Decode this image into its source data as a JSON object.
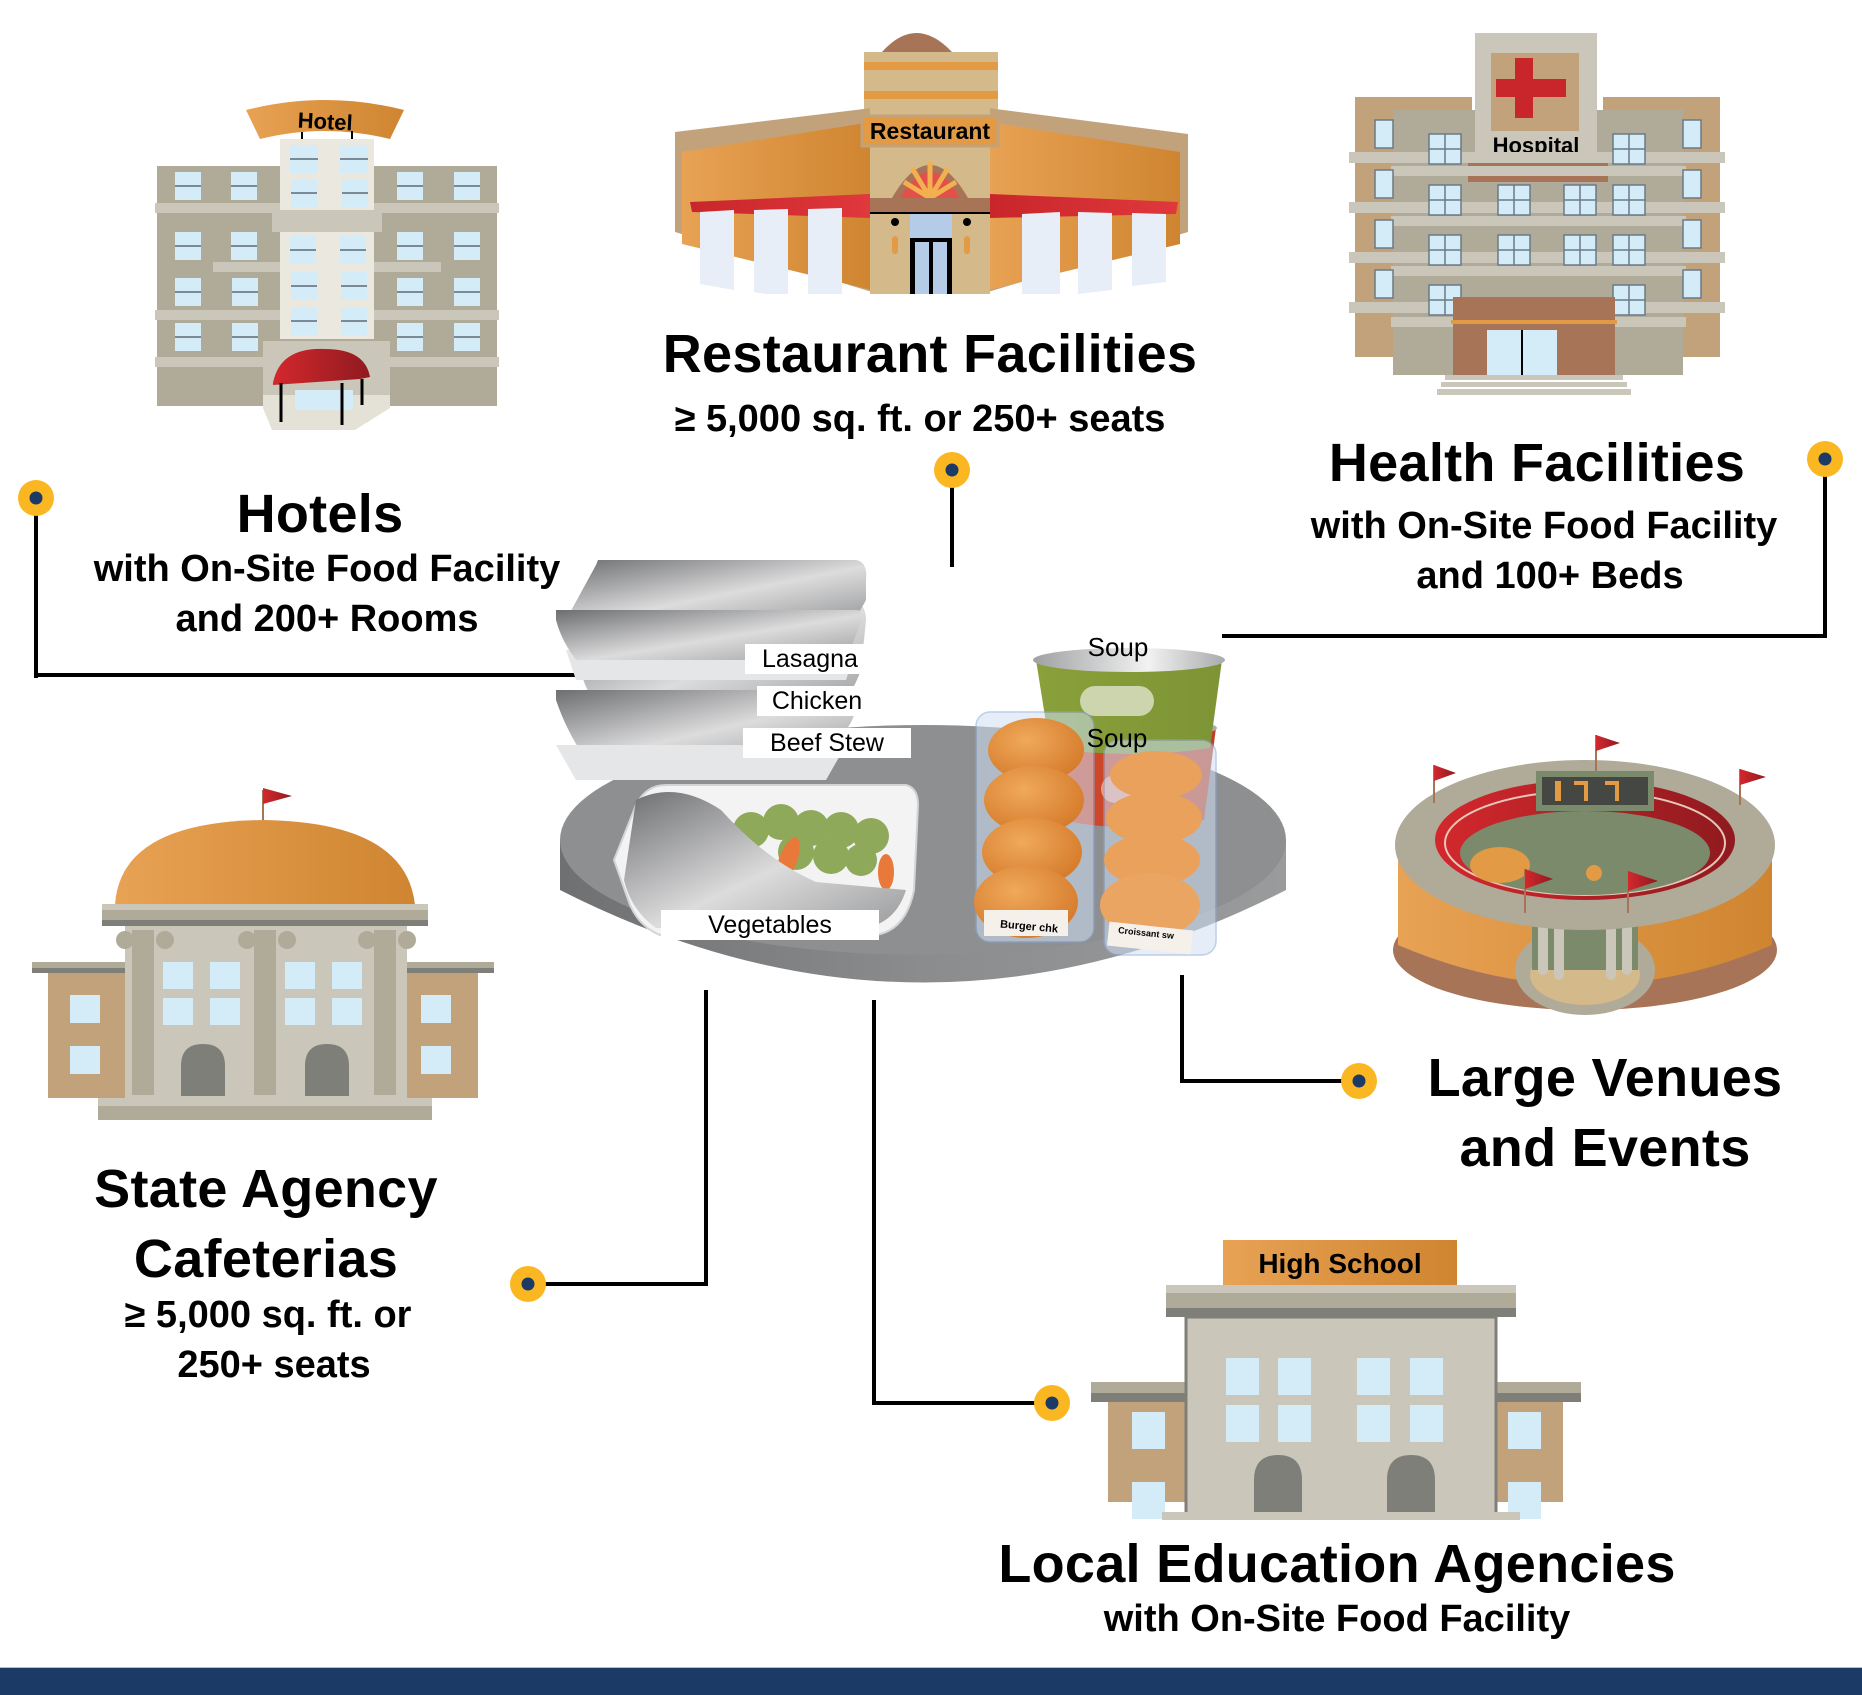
{
  "colors": {
    "accent_dot": "#fbb722",
    "dot_center": "#1b3a66",
    "footer_bar": "#1b3a66",
    "connector": "#000000",
    "building_gray": "#b0aa98",
    "window_blue": "#d3ecf8",
    "orange": "#e29a45",
    "red": "#c8262b"
  },
  "categories": [
    {
      "id": "hotels",
      "icon": "hotel-building-icon",
      "sign": "Hotel",
      "title": "Hotels",
      "subtitle_lines": [
        "with On-Site Food Facility",
        "and 200+ Rooms"
      ]
    },
    {
      "id": "restaurants",
      "icon": "restaurant-building-icon",
      "sign": "Restaurant",
      "title": "Restaurant Facilities",
      "subtitle_lines": [
        "≥ 5,000 sq. ft. or 250+ seats"
      ]
    },
    {
      "id": "health",
      "icon": "hospital-building-icon",
      "sign": "Hospital",
      "title": "Health Facilities",
      "subtitle_lines": [
        "with On-Site Food Facility",
        "and 100+ Beds"
      ]
    },
    {
      "id": "venues",
      "icon": "stadium-icon",
      "title_lines": [
        "Large Venues",
        "and Events"
      ]
    },
    {
      "id": "state-agency",
      "icon": "capitol-building-icon",
      "title_lines": [
        "State Agency",
        "Cafeterias"
      ],
      "subtitle_lines": [
        "≥ 5,000 sq. ft. or",
        "250+ seats"
      ]
    },
    {
      "id": "lea",
      "icon": "school-building-icon",
      "sign": "High School",
      "title": "Local Education Agencies",
      "subtitle_lines": [
        "with On-Site Food Facility"
      ]
    }
  ],
  "center": {
    "icon": "food-table-icon",
    "containers": [
      "Lasagna",
      "Chicken",
      "Beef Stew",
      "Vegetables"
    ],
    "soups": [
      "Soup",
      "Soup"
    ],
    "packaged_labels": [
      "Burger chk",
      "Croissant sw"
    ]
  }
}
